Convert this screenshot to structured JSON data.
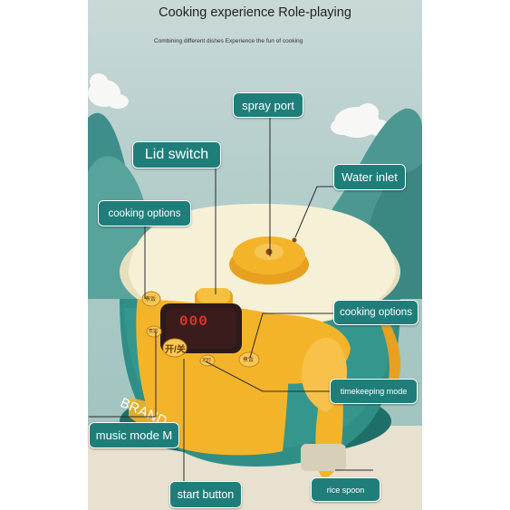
{
  "header": {
    "title": "Cooking experience Role-playing",
    "subtitle": "Combining different dishes Experience the fun of cooking"
  },
  "display": {
    "readout": "000"
  },
  "panel": {
    "left_button": "煮饭",
    "center_button": "开/关",
    "small_left_button": "煮粥",
    "small_right_button": "定时",
    "right_button": "煮饭",
    "brand": "BRAND"
  },
  "callouts": {
    "spray_port": "spray port",
    "lid_switch": "Lid switch",
    "water_inlet": "Water inlet",
    "cooking_options_left": "cooking options",
    "cooking_options_right": "cooking options",
    "timekeeping_mode": "timekeeping mode",
    "music_mode": "music mode M",
    "start_button": "start button",
    "rice_spoon": "rice spoon"
  },
  "colors": {
    "label_teal": "#1f7e7a",
    "cooker_teal": "#2f8f86",
    "lid_cream": "#f6f1d6",
    "accent_yellow": "#f4b42a",
    "background_mint": "#a8c8c4"
  }
}
